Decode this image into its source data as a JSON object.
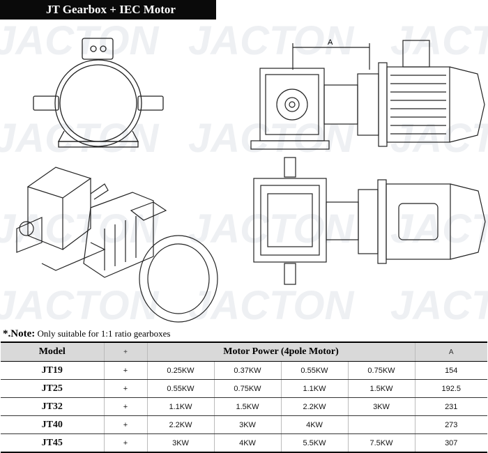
{
  "header": {
    "title": "JT Gearbox + IEC Motor"
  },
  "watermark": {
    "text": "JACTON"
  },
  "drawing": {
    "dimension_label": "A"
  },
  "note": {
    "label": "*.Note:",
    "text": "Only suitable for 1:1 ratio gearboxes"
  },
  "table": {
    "headers": {
      "model": "Model",
      "plus": "+",
      "motor_power": "Motor Power (4pole Motor)",
      "a": "A"
    },
    "rows": [
      {
        "model": "JT19",
        "plus": "+",
        "p1": "0.25KW",
        "p2": "0.37KW",
        "p3": "0.55KW",
        "p4": "0.75KW",
        "a": "154"
      },
      {
        "model": "JT25",
        "plus": "+",
        "p1": "0.55KW",
        "p2": "0.75KW",
        "p3": "1.1KW",
        "p4": "1.5KW",
        "a": "192.5"
      },
      {
        "model": "JT32",
        "plus": "+",
        "p1": "1.1KW",
        "p2": "1.5KW",
        "p3": "2.2KW",
        "p4": "3KW",
        "a": "231"
      },
      {
        "model": "JT40",
        "plus": "+",
        "p1": "2.2KW",
        "p2": "3KW",
        "p3": "4KW",
        "p4": "",
        "a": "273"
      },
      {
        "model": "JT45",
        "plus": "+",
        "p1": "3KW",
        "p2": "4KW",
        "p3": "5.5KW",
        "p4": "7.5KW",
        "a": "307"
      }
    ]
  }
}
